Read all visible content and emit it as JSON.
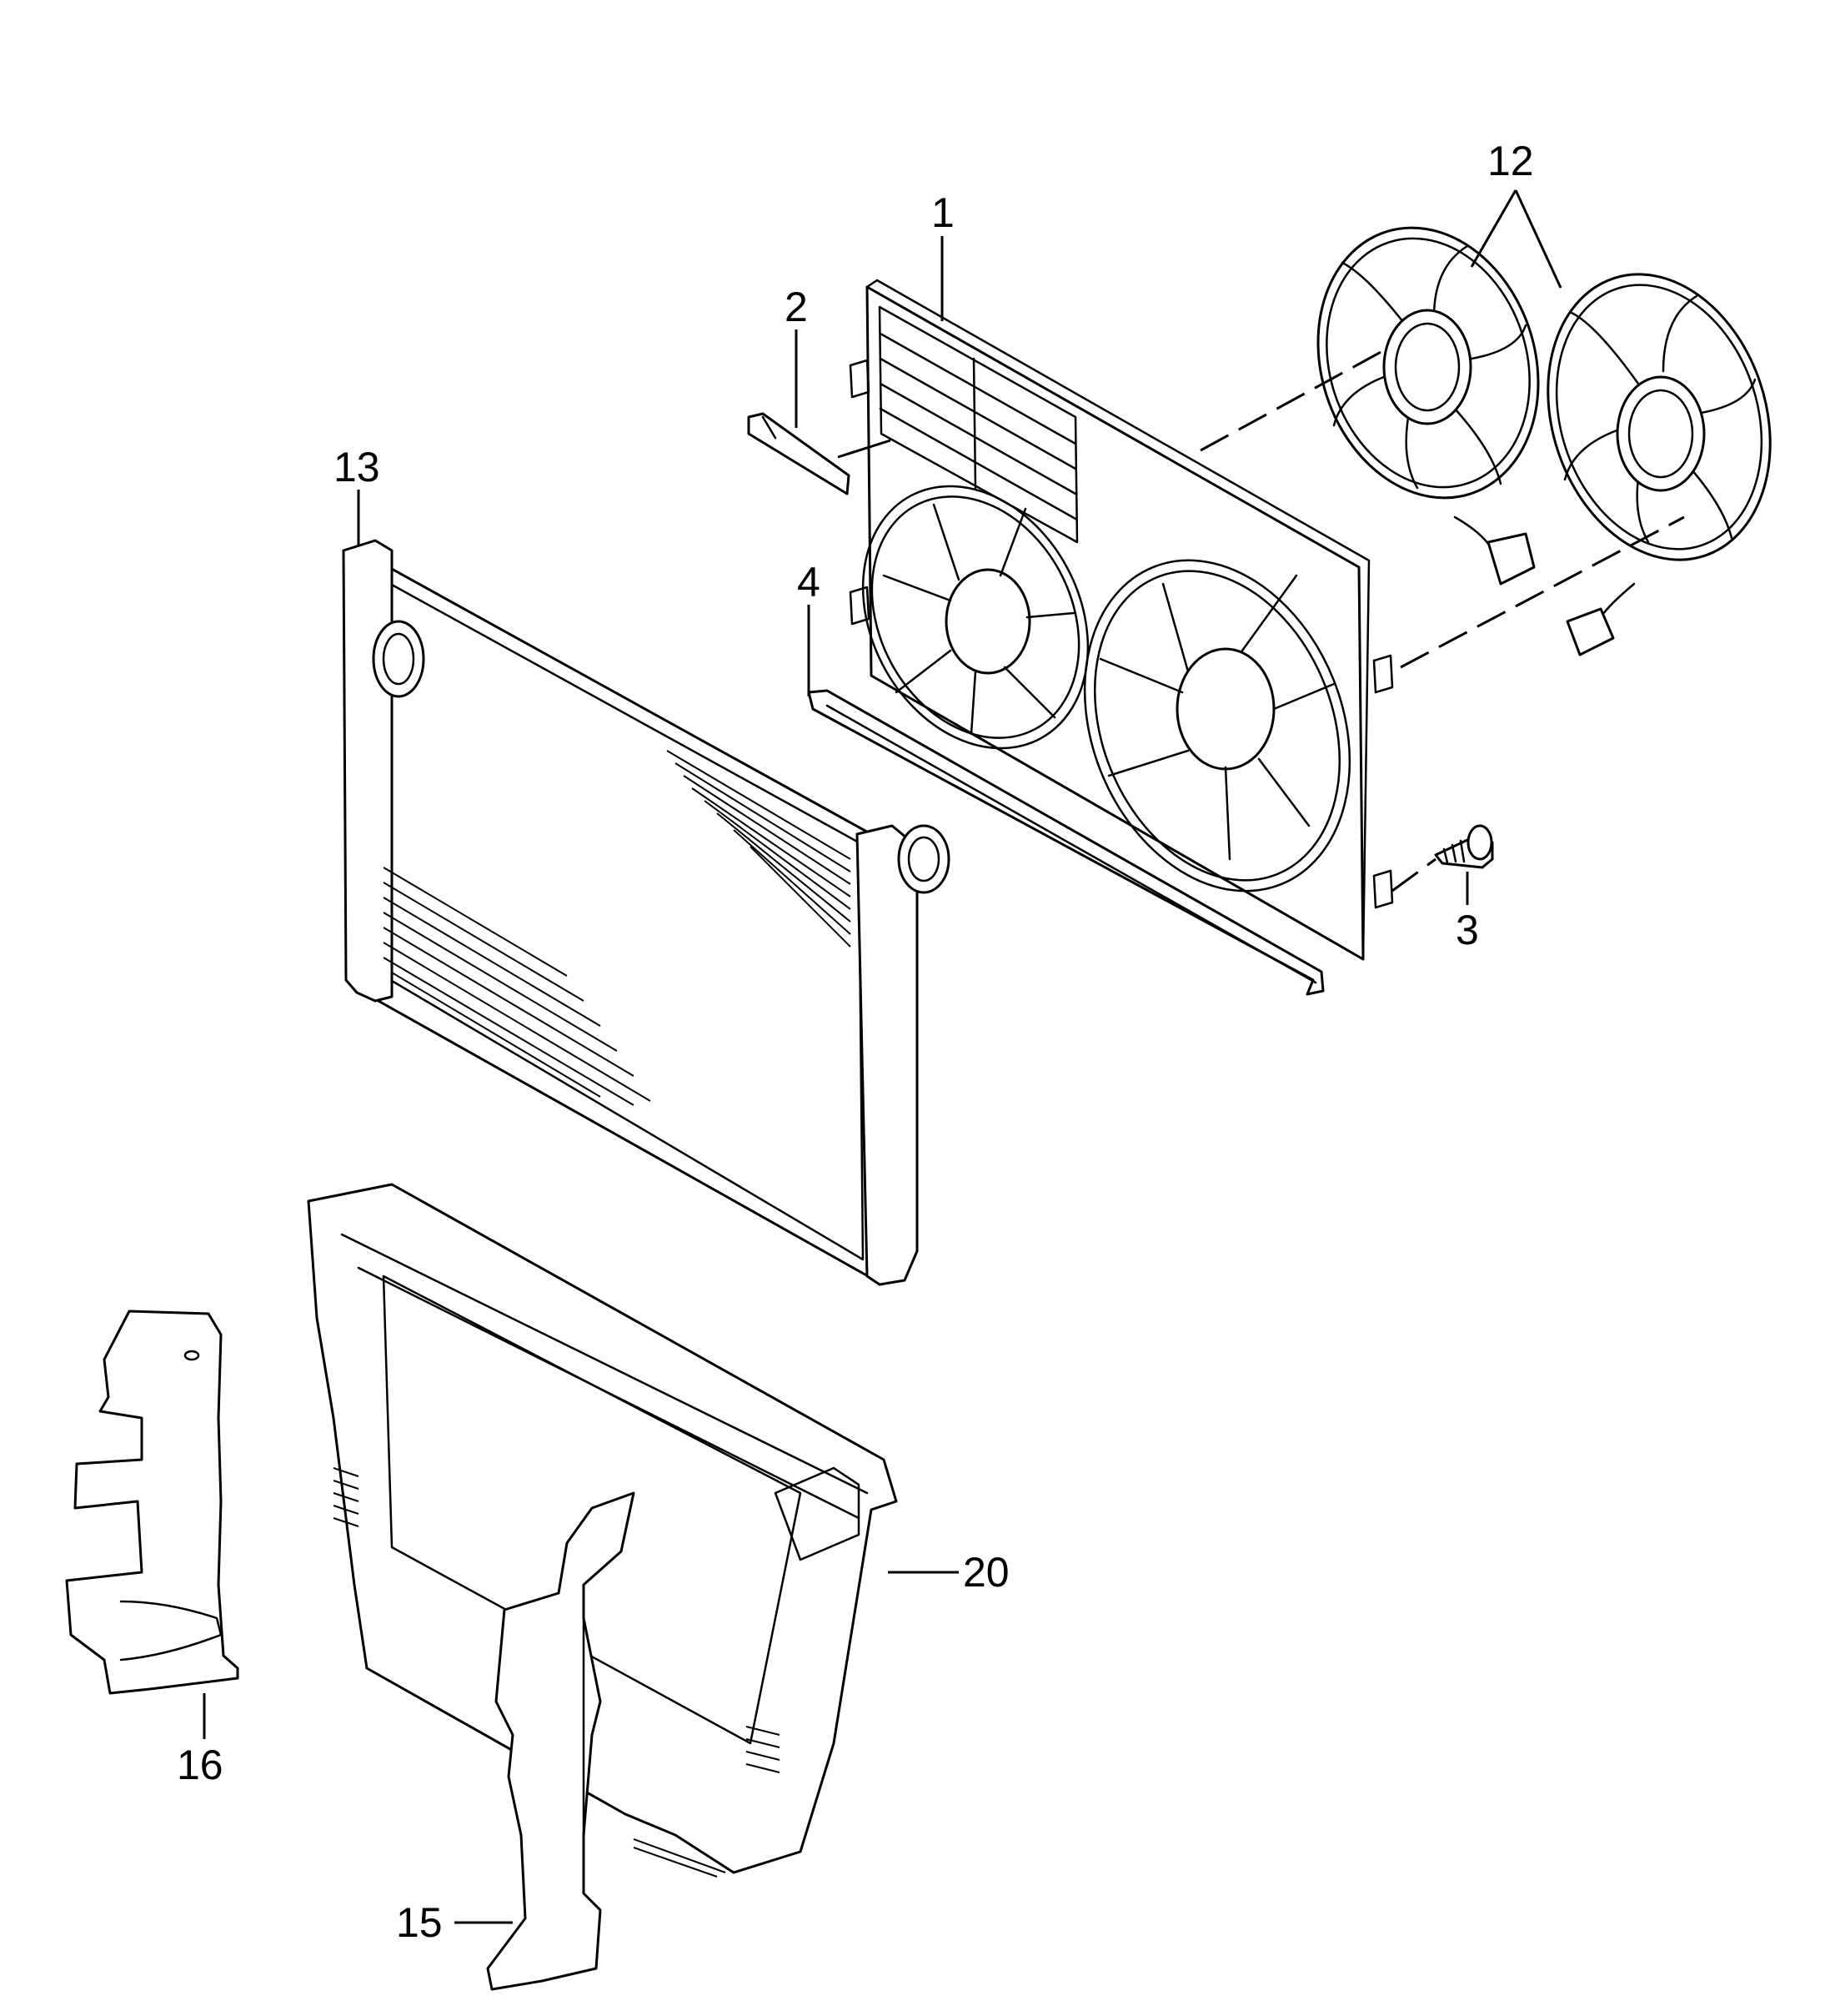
{
  "diagram": {
    "line_color": "#000000",
    "background": "#ffffff",
    "callouts": {
      "c1": "1",
      "c2": "2",
      "c3": "3",
      "c4": "4",
      "c12": "12",
      "c13": "13",
      "c15": "15",
      "c16": "16",
      "c20": "20"
    }
  }
}
